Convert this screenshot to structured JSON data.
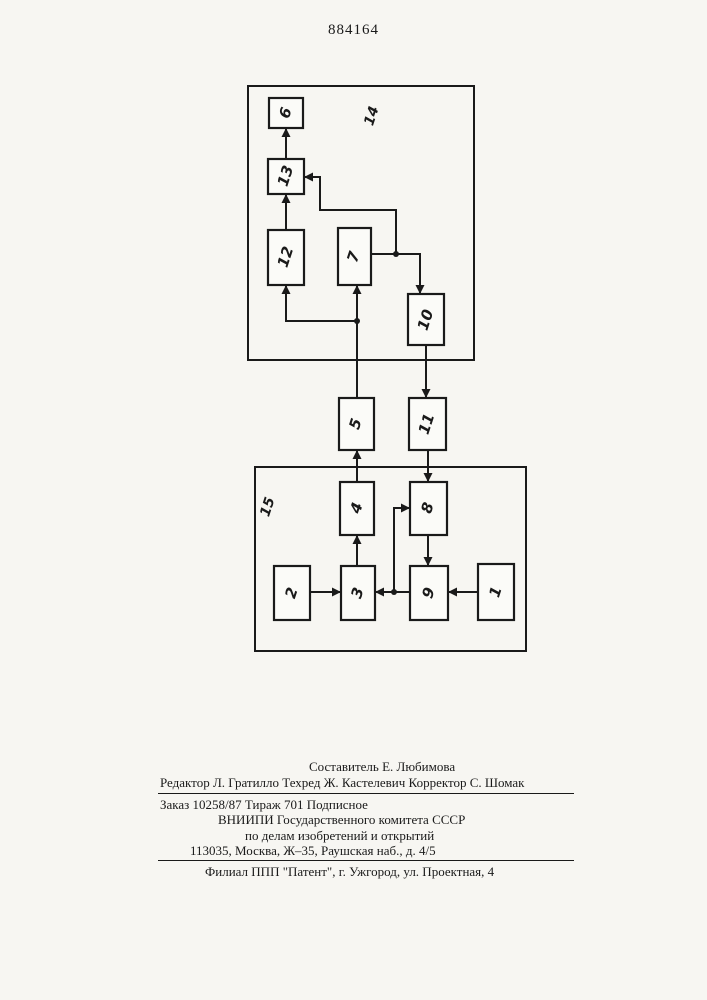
{
  "document_number": "884164",
  "blocks": {
    "b1": "1",
    "b2": "2",
    "b3": "3",
    "b4": "4",
    "b5": "5",
    "b6": "6",
    "b7": "7",
    "b8": "8",
    "b9": "9",
    "b10": "10",
    "b11": "11",
    "b12": "12",
    "b13": "13"
  },
  "groups": {
    "g14": "14",
    "g15": "15"
  },
  "imprint": {
    "compiler": "Составитель Е. Любимова",
    "staff_line": "Редактор Л. Гратилло   Техред Ж. Кастелевич  Корректор С. Шомак",
    "order_line": "Заказ 10258/87      Тираж 701      Подписное",
    "org_line1": "ВНИИПИ Государственного комитета СССР",
    "org_line2": "по делам изобретений и открытий",
    "address": "113035, Москва, Ж–35, Раушская наб., д. 4/5",
    "branch": "Филиал ППП \"Патент\", г. Ужгород, ул. Проектная, 4"
  }
}
